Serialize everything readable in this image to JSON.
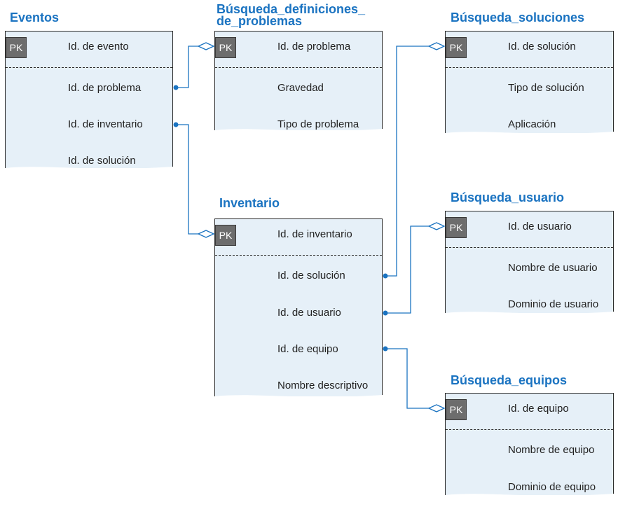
{
  "tables": {
    "eventos": {
      "title": "Eventos",
      "pk": "PK",
      "pk_field": "Id. de evento",
      "fields": [
        "Id. de problema",
        "Id. de inventario",
        "Id. de solución"
      ]
    },
    "busqueda_definiciones": {
      "title_line1": "Búsqueda_definiciones_",
      "title_line2": "de_problemas",
      "pk": "PK",
      "pk_field": "Id. de problema",
      "fields": [
        "Gravedad",
        "Tipo de problema"
      ]
    },
    "busqueda_soluciones": {
      "title": "Búsqueda_soluciones",
      "pk": "PK",
      "pk_field": "Id. de solución",
      "fields": [
        "Tipo de solución",
        "Aplicación"
      ]
    },
    "inventario": {
      "title": "Inventario",
      "pk": "PK",
      "pk_field": "Id. de inventario",
      "fields": [
        "Id. de solución",
        "Id. de usuario",
        "Id. de equipo",
        "Nombre descriptivo"
      ]
    },
    "busqueda_usuario": {
      "title": "Búsqueda_usuario",
      "pk": "PK",
      "pk_field": "Id. de usuario",
      "fields": [
        "Nombre de usuario",
        "Dominio de usuario"
      ]
    },
    "busqueda_equipos": {
      "title": "Búsqueda_equipos",
      "pk": "PK",
      "pk_field": "Id. de equipo",
      "fields": [
        "Nombre de equipo",
        "Dominio de equipo"
      ]
    }
  },
  "colors": {
    "title": "#1a73c1",
    "connector": "#1a73c1",
    "table_fill": "#e6f0f8",
    "pk_fill": "#6d6d6d"
  }
}
